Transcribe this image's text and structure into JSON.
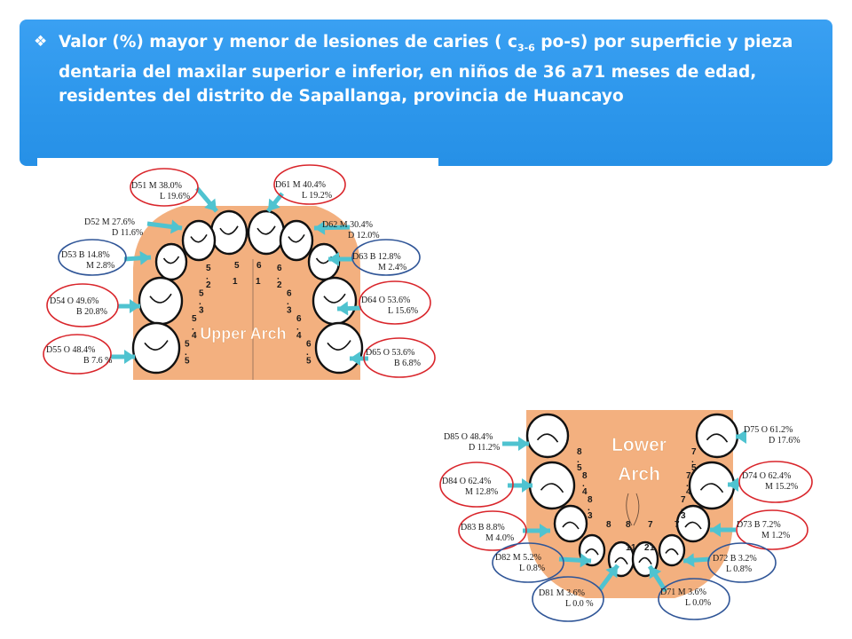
{
  "header": {
    "bullet_icon": "diamond-bullet-icon",
    "title_before_sub": "Valor (%) mayor y menor de lesiones de caries ( c",
    "title_sub": "3-6",
    "title_after_sub": " po-s) por superficie  y pieza dentaria del maxilar superior e inferior, en niños de 36 a71 meses de edad, residentes del distrito de Sapallanga, provincia de Huancayo"
  },
  "colors": {
    "banner": "#2d97ec",
    "arch_bg": "#f3b07f",
    "arrow": "#4fc3d0",
    "red_ellipse": "#d9252b",
    "blue_ellipse": "#2f5597"
  },
  "upper_arch": {
    "label": "Upper Arch",
    "midline_numbers": [
      "5",
      "6",
      "1",
      "1"
    ],
    "left_numbers": [
      "5",
      ".",
      "2",
      "5",
      ".",
      "3",
      "5",
      ".",
      "4",
      "5",
      ".",
      "5"
    ],
    "right_numbers": [
      "6",
      ".",
      "2",
      "6",
      ".",
      "3",
      "6",
      ".",
      "4",
      "6",
      ".",
      "5"
    ],
    "callouts": [
      {
        "tooth": "D51",
        "l1": "D51  M  38.0%",
        "l2": "L   19.6%",
        "ring": "red"
      },
      {
        "tooth": "D61",
        "l1": "D61  M  40.4%",
        "l2": "L   19.2%",
        "ring": "red"
      },
      {
        "tooth": "D52",
        "l1": "D52  M  27.6%",
        "l2": "D   11.6%",
        "ring": "none"
      },
      {
        "tooth": "D62",
        "l1": "D62  M  30.4%",
        "l2": "D   12.0%",
        "ring": "none"
      },
      {
        "tooth": "D53",
        "l1": "D53  B  14.8%",
        "l2": "M  2.8%",
        "ring": "blue"
      },
      {
        "tooth": "D63",
        "l1": "D63  B  12.8%",
        "l2": "M  2.4%",
        "ring": "blue"
      },
      {
        "tooth": "D54",
        "l1": "D54  O  49.6%",
        "l2": "B  20.8%",
        "ring": "red"
      },
      {
        "tooth": "D64",
        "l1": "D64  O  53.6%",
        "l2": "L  15.6%",
        "ring": "red"
      },
      {
        "tooth": "D55",
        "l1": "D55  O  48.4%",
        "l2": "B  7.6 %",
        "ring": "red"
      },
      {
        "tooth": "D65",
        "l1": "D65  O  53.6%",
        "l2": "B   6.8%",
        "ring": "red"
      }
    ]
  },
  "lower_arch": {
    "label_line1": "Lower",
    "label_line2": "Arch",
    "left_numbers": [
      "8",
      ".",
      "5",
      "8",
      ".",
      "4",
      "8",
      ".",
      "3",
      "8",
      "8",
      "1",
      "1"
    ],
    "right_numbers": [
      "7",
      ".",
      "5",
      "7",
      ".",
      "4",
      "7",
      ".",
      "3",
      "7",
      "7",
      "2",
      "1"
    ],
    "callouts": [
      {
        "tooth": "D85",
        "l1": "D85  O  48.4%",
        "l2": "D  11.2%",
        "ring": "none"
      },
      {
        "tooth": "D75",
        "l1": "D75  O  61.2%",
        "l2": "D  17.6%",
        "ring": "none"
      },
      {
        "tooth": "D84",
        "l1": "D84  O  62.4%",
        "l2": "M  12.8%",
        "ring": "red"
      },
      {
        "tooth": "D74",
        "l1": "D74  O  62.4%",
        "l2": "M  15.2%",
        "ring": "red"
      },
      {
        "tooth": "D83",
        "l1": "D83  B  8.8%",
        "l2": "M  4.0%",
        "ring": "red"
      },
      {
        "tooth": "D73",
        "l1": "D73  B  7.2%",
        "l2": "M  1.2%",
        "ring": "red"
      },
      {
        "tooth": "D82",
        "l1": "D82  M  5.2%",
        "l2": "L   0.8%",
        "ring": "blue"
      },
      {
        "tooth": "D72",
        "l1": "D72  B  3.2%",
        "l2": "L  0.8%",
        "ring": "blue"
      },
      {
        "tooth": "D81",
        "l1": "D81  M 3.6%",
        "l2": "L 0.0 %",
        "ring": "blue"
      },
      {
        "tooth": "D71",
        "l1": "D71  M  3.6%",
        "l2": "L  0.0%",
        "ring": "blue"
      }
    ]
  }
}
